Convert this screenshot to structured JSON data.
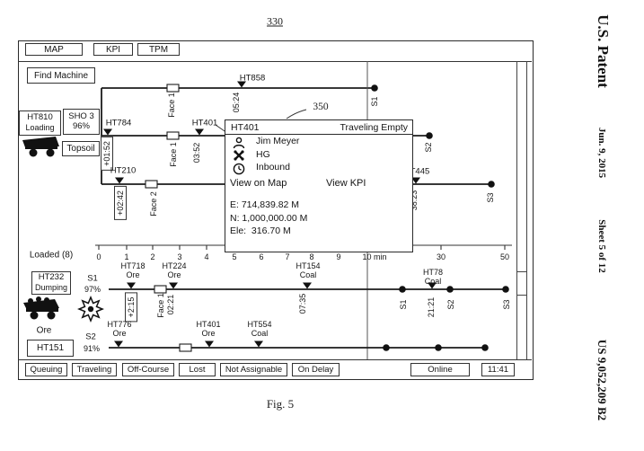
{
  "page": {
    "figure_ref": "330",
    "popup_ref": "350",
    "figure_caption": "Fig. 5"
  },
  "patent": {
    "office": "U.S. Patent",
    "date": "Jun. 9, 2015",
    "sheet": "Sheet 5 of 12",
    "number": "US 9,052,209 B2"
  },
  "tabs": {
    "map": "MAP",
    "kpi": "KPI",
    "tpm": "TPM"
  },
  "toolbar": {
    "find_machine": "Find Machine"
  },
  "loading_station": {
    "machine": "HT810",
    "status": "Loading",
    "shovel": "SHO 3",
    "pct": "96%",
    "material": "Topsoil"
  },
  "upper": {
    "row_a": {
      "face": "Face 1",
      "machine": "HT858",
      "time": "05:24",
      "stop": "S1"
    },
    "row_b": {
      "machine": "HT784",
      "delta": "+01:52",
      "face": "Face 1",
      "time": "03:52",
      "machine2": "HT401",
      "stop": "S2"
    },
    "row_c": {
      "machine": "HT210",
      "delta": "+02:42",
      "face": "Face 2",
      "machine2": "HT445",
      "time": "38:23",
      "stop": "S3"
    }
  },
  "popup": {
    "title": "HT401",
    "status": "Traveling Empty",
    "operator": "Jim Meyer",
    "crew": "HG",
    "direction": "Inbound",
    "view_map": "View on Map",
    "view_kpi": "View KPI",
    "easting": "E: 714,839.82 M",
    "northing": "N: 1,000,000.00 M",
    "elevation": "Ele:  316.70 M"
  },
  "axis": {
    "ticks": [
      "0",
      "1",
      "2",
      "3",
      "4",
      "5",
      "6",
      "7",
      "8",
      "9",
      "10 min",
      "30",
      "50"
    ]
  },
  "lower": {
    "loaded": "Loaded (8)",
    "dump_station": {
      "machine": "HT232",
      "status": "Dumping",
      "material": "Ore",
      "machine2": "HT151"
    },
    "s1": {
      "label": "S1",
      "pct": "97%"
    },
    "s2": {
      "label": "S2",
      "pct": "91%"
    },
    "row_s1": {
      "m1": "HT718",
      "m1_mat": "Ore",
      "delta": "+2:15",
      "face": "Face 1",
      "m2": "HT224",
      "m2_mat": "Ore",
      "m2_time": "02:21",
      "m3": "HT154",
      "m3_mat": "Coal",
      "m3_time": "07:35",
      "stop1": "S1",
      "m4": "HT78",
      "m4_mat": "Coal",
      "m4_time": "21:21",
      "stop2": "S2",
      "stop3": "S3"
    },
    "row_s2": {
      "m1": "HT776",
      "m1_mat": "Ore",
      "m2": "HT401",
      "m2_mat": "Ore",
      "m3": "HT554",
      "m3_mat": "Coal"
    }
  },
  "status_bar": {
    "queuing": "Queuing",
    "traveling": "Traveling",
    "off_course": "Off-Course",
    "lost": "Lost",
    "not_assignable": "Not Assignable",
    "on_delay": "On Delay",
    "online": "Online",
    "time": "11:41"
  }
}
